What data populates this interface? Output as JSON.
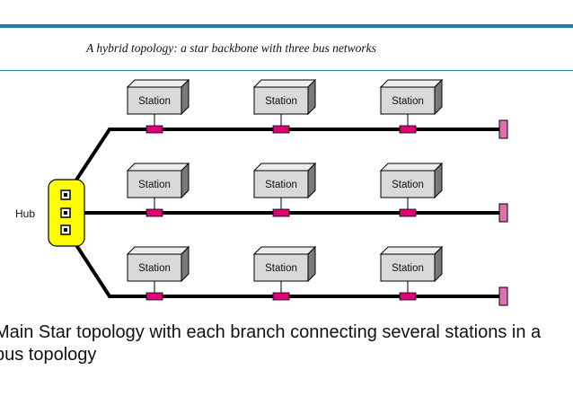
{
  "slide": {
    "caption": "A hybrid topology: a star backbone with three bus networks",
    "body_text": "Main Star topology with each branch connecting several stations in a bus topology"
  },
  "diagram": {
    "hub_label": "Hub",
    "station_label": "Station",
    "buses": [
      {
        "stations": [
          "Station",
          "Station",
          "Station"
        ]
      },
      {
        "stations": [
          "Station",
          "Station",
          "Station"
        ]
      },
      {
        "stations": [
          "Station",
          "Station",
          "Station"
        ]
      }
    ],
    "colors": {
      "hub_fill": "#ffff00",
      "tap_fill": "#e0007a",
      "terminator_fill": "#e070b0",
      "station_front": "#d9d9d9",
      "station_top": "#eeeeee",
      "station_side": "#7a7a7a",
      "cable": "#000000"
    }
  }
}
